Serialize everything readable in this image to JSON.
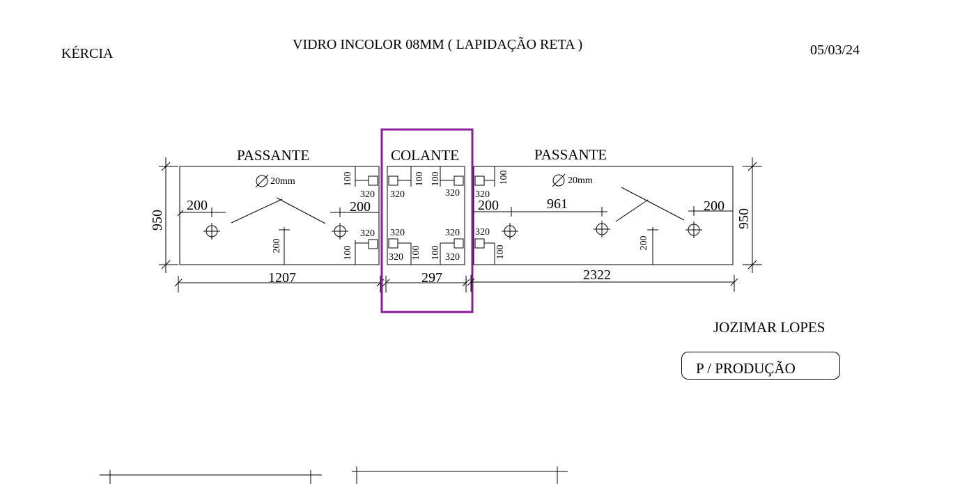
{
  "header": {
    "client": "KÉRCIA",
    "title": "VIDRO INCOLOR 08MM ( LAPIDAÇÃO RETA )",
    "date": "05/03/24"
  },
  "panels": {
    "left": {
      "label": "PASSANTE",
      "hole_diameter": "20mm",
      "height": "950",
      "width": "1207",
      "hole_offset_left": "200",
      "hole_offset_right": "200",
      "hole_height": "200",
      "clamp_width_top": "320",
      "clamp_offset_top": "100",
      "clamp_width_bottom": "320",
      "clamp_offset_bottom": "100"
    },
    "center": {
      "label": "COLANTE",
      "width": "297",
      "clamp_tl_width": "320",
      "clamp_tl_offset": "100",
      "clamp_tr_width": "320",
      "clamp_tr_offset": "100",
      "clamp_bl_width_top": "320",
      "clamp_bl_width_bottom": "320",
      "clamp_bl_offset": "100",
      "clamp_br_width_top": "320",
      "clamp_br_width_bottom": "320",
      "clamp_br_offset": "100"
    },
    "right": {
      "label": "PASSANTE",
      "hole_diameter": "20mm",
      "height": "950",
      "width": "2322",
      "hole_offset_left": "200",
      "hole_spacing": "961",
      "hole_offset_right": "200",
      "hole_height": "200",
      "clamp_width_top": "320",
      "clamp_offset_top": "100",
      "clamp_width_bottom": "320",
      "clamp_offset_bottom": "100"
    }
  },
  "footer": {
    "author": "JOZIMAR  LOPES",
    "status": "P / PRODUÇÃO"
  },
  "colors": {
    "highlight": "#8b1a9c",
    "lines": "#000000",
    "background": "#ffffff"
  }
}
